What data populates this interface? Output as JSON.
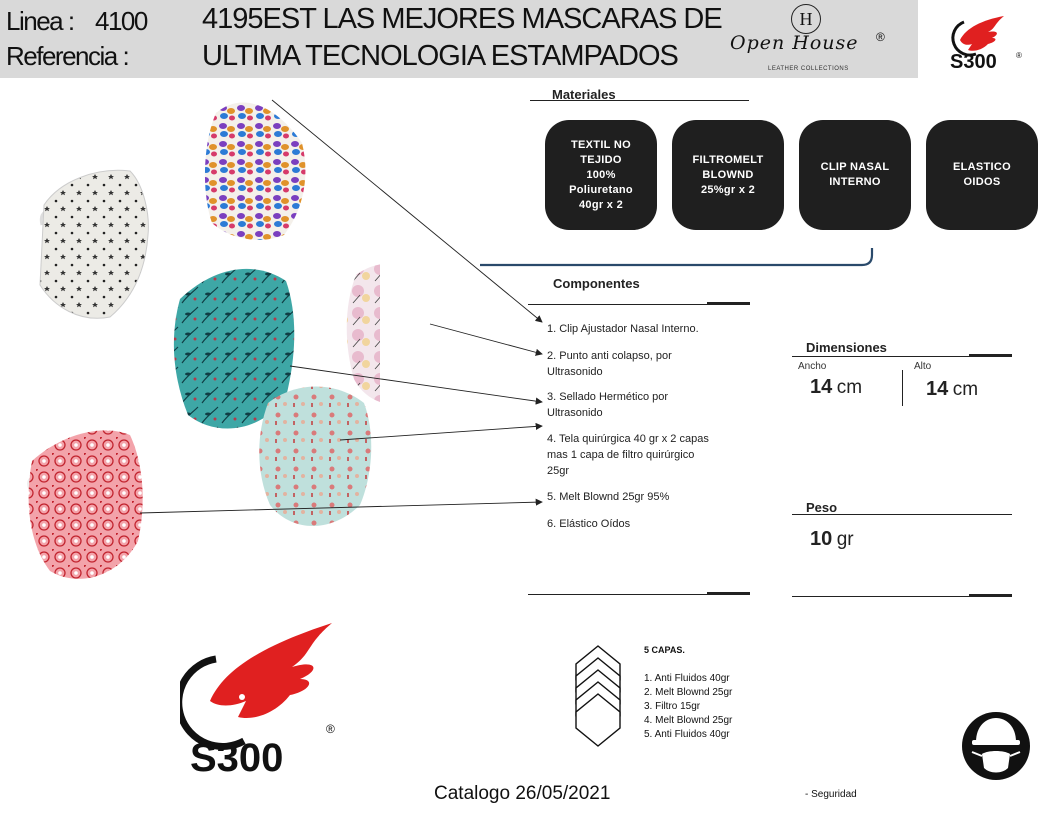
{
  "header": {
    "line_label": "Linea :",
    "line_value": "4100",
    "ref_label": "Referencia :",
    "title_line1": "4195EST  LAS MEJORES MASCARAS DE",
    "title_line2": "ULTIMA TECNOLOGIA ESTAMPADOS"
  },
  "open_house": {
    "initial": "H",
    "name": "Open House",
    "registered": "®",
    "sub": "LEATHER COLLECTIONS"
  },
  "brand": {
    "name": "S300",
    "registered": "®",
    "color": "#e02020"
  },
  "materiales": {
    "heading": "Materiales",
    "items": [
      "TEXTIL NO\nTEJIDO\n100%\nPoliuretano\n40gr x 2",
      "FILTROMELT\nBLOWND\n25%gr x 2",
      "CLIP NASAL\nINTERNO",
      "ELASTICO\nOIDOS"
    ]
  },
  "componentes": {
    "heading": "Componentes",
    "items": [
      "1. Clip Ajustador  Nasal  Interno.",
      "2. Punto  anti colapso, por\n     Ultrasonido",
      "3. Sellado Hermético  por\n     Ultrasonido",
      "4. Tela quirúrgica 40 gr x 2 capas\n     mas 1 capa de filtro quirúrgico\n     25gr",
      "5. Melt Blownd 25gr 95%",
      "6. Elástico Oídos"
    ]
  },
  "dimensiones": {
    "heading": "Dimensiones",
    "ancho_label": "Ancho",
    "ancho_value": "14",
    "alto_label": "Alto",
    "alto_value": "14",
    "unit": "cm"
  },
  "peso": {
    "heading": "Peso",
    "value": "10",
    "unit": "gr"
  },
  "capas": {
    "title": "5 CAPAS.",
    "list": "1.  Anti Fluidos 40gr\n2. Melt Blownd 25gr\n3. Filtro 15gr\n4. Melt Blownd 25gr\n5. Anti Fluidos  40gr"
  },
  "footer": {
    "catalog": "Catalogo 26/05/2021",
    "seguridad": "- Seguridad"
  }
}
